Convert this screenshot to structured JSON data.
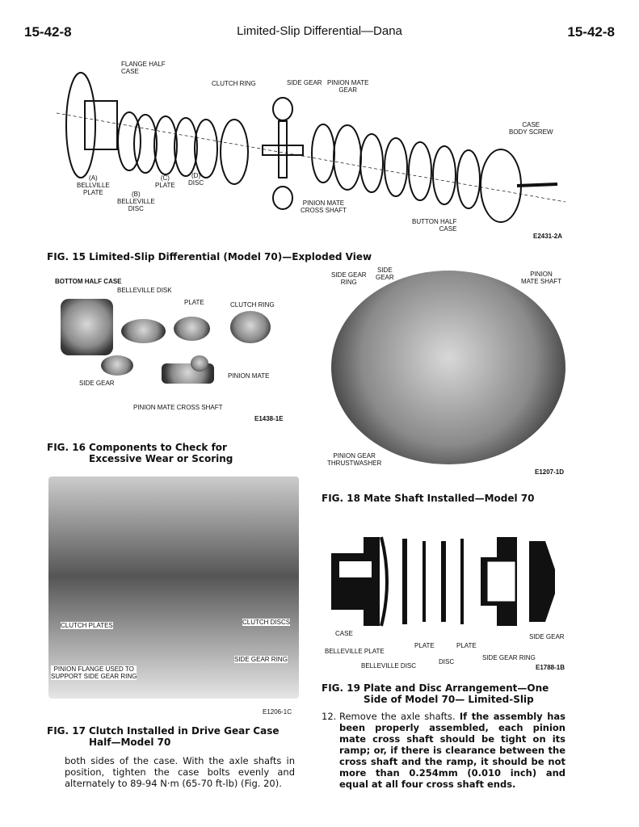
{
  "header": {
    "page_left": "15-42-8",
    "title": "Limited-Slip Differential—Dana",
    "page_right": "15-42-8"
  },
  "fig15": {
    "labels": {
      "flange": "FLANGE HALF\nCASE",
      "clutch_ring": "CLUTCH RING",
      "side_gear": "SIDE GEAR",
      "pinion_mate_gear": "PINION MATE\nGEAR",
      "case_screw": "CASE\nBODY SCREW",
      "a": "(A)\nBELLVILLE\nPLATE",
      "b": "(B)\nBELLEVILLE\nDISC",
      "c": "(C)\nPLATE",
      "d": "(D)\nDISC",
      "cross_shaft": "PINION MATE\nCROSS SHAFT",
      "button": "BUTTON HALF\nCASE"
    },
    "code": "E2431-2A",
    "caption_num": "FIG. 15",
    "caption": "Limited-Slip Differential (Model 70)—Exploded View"
  },
  "fig16": {
    "labels": {
      "bottom": "BOTTOM HALF CASE",
      "belleville": "BELLEVILLE DISK",
      "plate": "PLATE",
      "clutch_ring": "CLUTCH RING",
      "side_gear": "SIDE GEAR",
      "pinion_mate": "PINION MATE",
      "cross_shaft": "PINION MATE CROSS SHAFT"
    },
    "code": "E1438-1E",
    "caption_num": "FIG. 16",
    "caption": "Components to Check for Excessive Wear or Scoring"
  },
  "fig18": {
    "labels": {
      "side_gear_ring": "SIDE GEAR\nRING",
      "side_gear": "SIDE\nGEAR",
      "pinion_shaft": "PINION\nMATE SHAFT",
      "thrustwasher": "PINION GEAR\nTHRUSTWASHER"
    },
    "code": "E1207-1D",
    "caption_num": "FIG. 18",
    "caption": "Mate Shaft Installed—Model 70"
  },
  "fig17": {
    "labels": {
      "clutch_plates": "CLUTCH PLATES",
      "clutch_discs": "CLUTCH DISCS",
      "side_gear_ring": "SIDE GEAR RING",
      "flange": "PINION FLANGE USED TO\nSUPPORT SIDE GEAR RING"
    },
    "code": "E1206-1C",
    "caption_num": "FIG. 17",
    "caption": "Clutch Installed in Drive Gear Case Half—Model 70"
  },
  "fig19": {
    "labels": {
      "case": "CASE",
      "belleville_plate": "BELLEVILLE PLATE",
      "belleville_disc": "BELLEVILLE DISC",
      "plate1": "PLATE",
      "disc": "DISC",
      "plate2": "PLATE",
      "side_gear_ring": "SIDE GEAR RING",
      "side_gear": "SIDE GEAR"
    },
    "code": "E1788-1B",
    "caption_num": "FIG. 19",
    "caption": "Plate and Disc Arrangement—One Side of Model 70— Limited-Slip"
  },
  "body_left": "both sides of the case. With the axle shafts in position, tighten the case bolts evenly and alternately to 89-94 N·m (65-70 ft-lb) (Fig. 20).",
  "step12": {
    "num": "12.",
    "lead": "Remove the axle shafts.",
    "text": "If the assembly has been properly assembled, each pinion mate cross shaft should be tight on its ramp; or, if there is clearance between the cross shaft and the ramp, it should be not more than 0.254mm (0.010 inch) and equal at all four cross shaft ends."
  }
}
